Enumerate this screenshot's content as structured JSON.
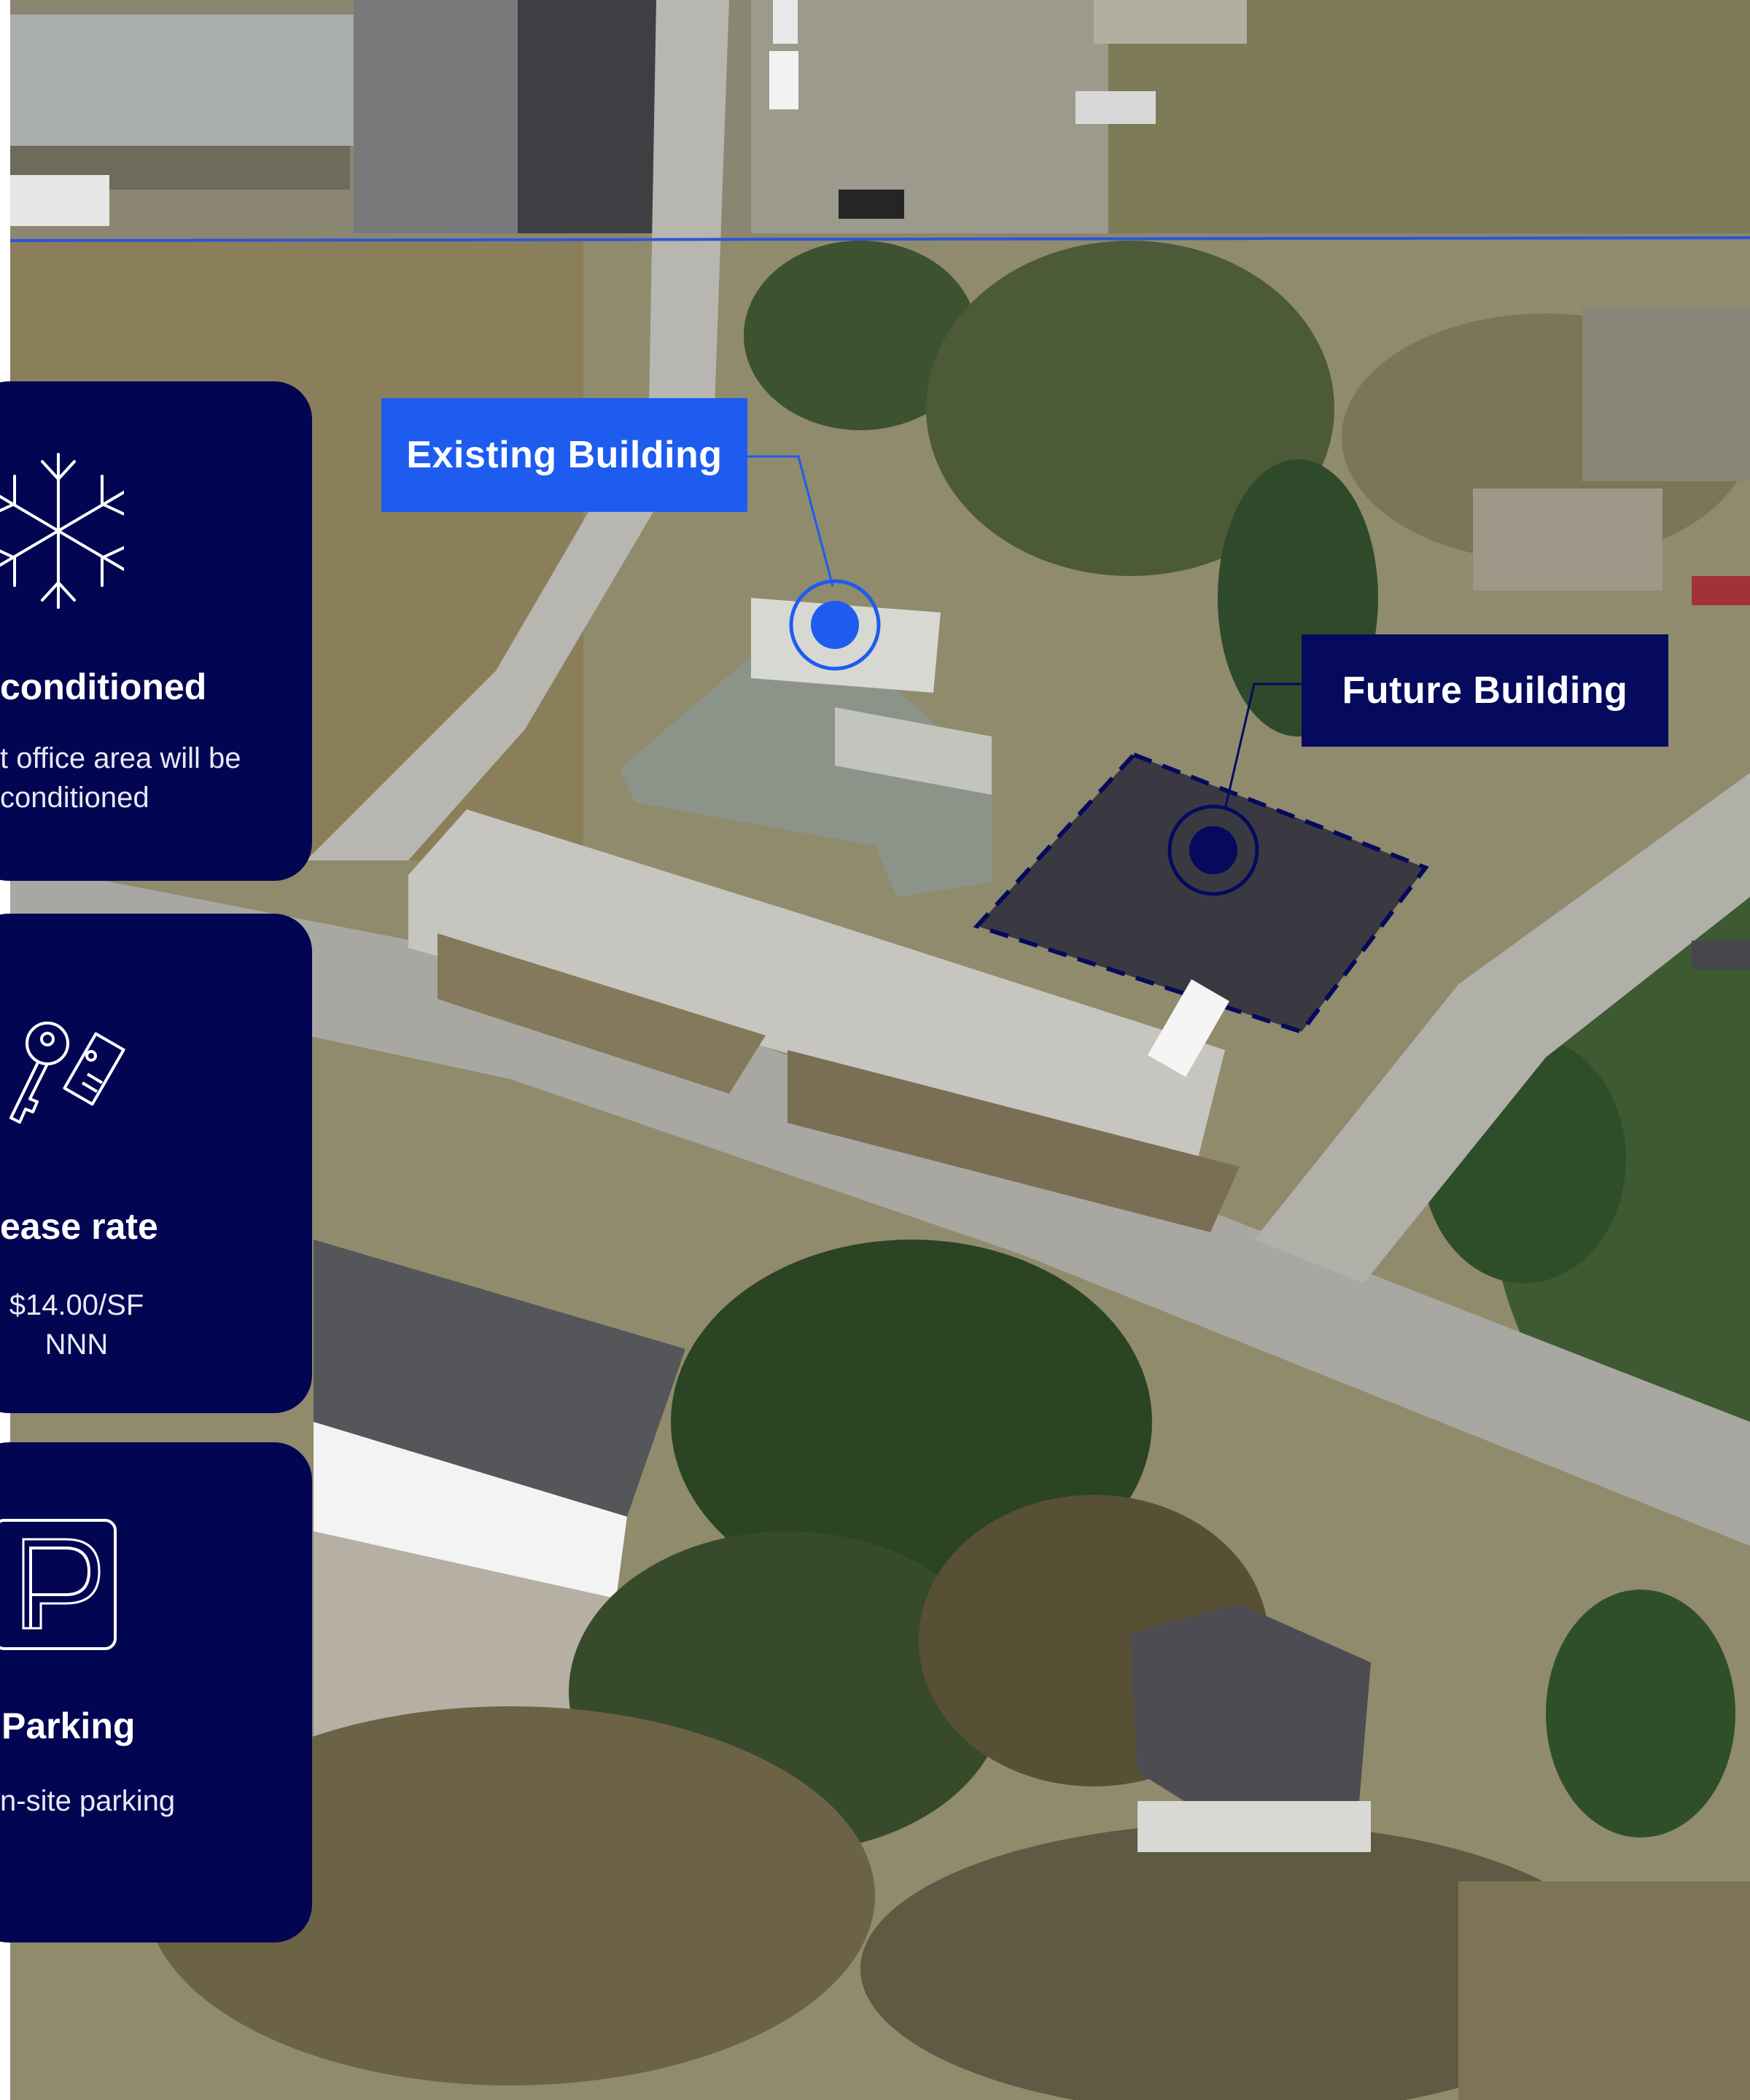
{
  "markers": {
    "existing": {
      "label": "Existing Building",
      "color": "#1e5cf0"
    },
    "future": {
      "label": "Future Building",
      "color": "#050a5c"
    }
  },
  "cards": [
    {
      "icon": "snowflake-icon",
      "title": "conditioned",
      "desc_line1": "t office area will be",
      "desc_line2": "conditioned"
    },
    {
      "icon": "key-icon",
      "title": "ease rate",
      "desc_line1": "$14.00/SF",
      "desc_line2": "NNN"
    },
    {
      "icon": "parking-icon",
      "title": "Parking",
      "desc_line1": "n-site parking",
      "desc_line2": ""
    }
  ],
  "colors": {
    "card_bg": "#020652",
    "accent_blue": "#1e5cf0",
    "navy": "#050a5c",
    "boundary_line": "#2f55d4"
  }
}
